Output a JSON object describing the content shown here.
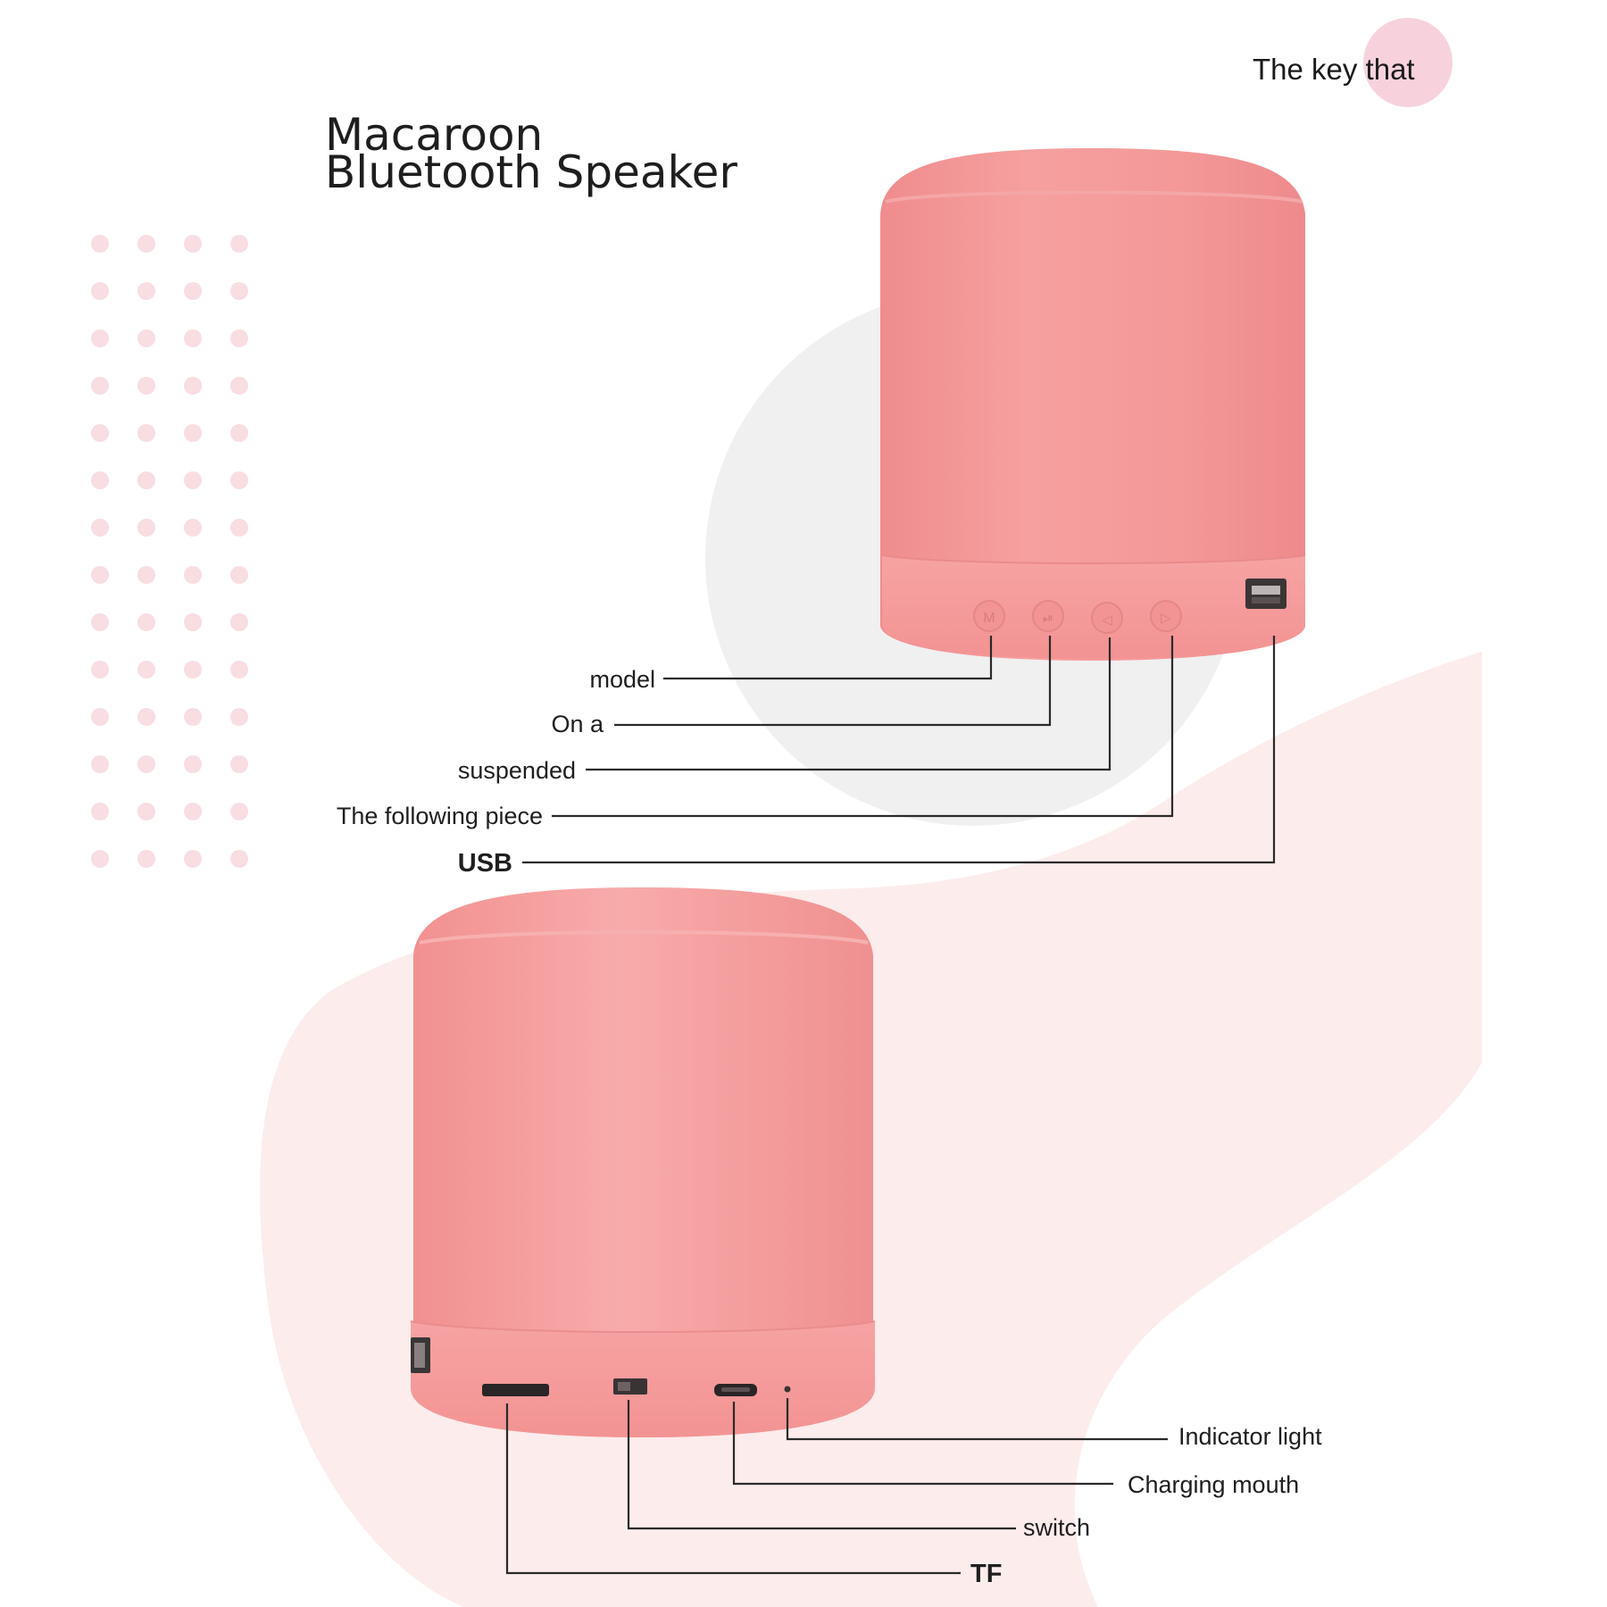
{
  "badge": {
    "text": "The key that"
  },
  "title": {
    "line1": "Macaroon",
    "line2": "Bluetooth Speaker"
  },
  "top_speaker": {
    "callouts": [
      {
        "key": "model",
        "label": "model"
      },
      {
        "key": "on_a",
        "label": "On a"
      },
      {
        "key": "suspended",
        "label": "suspended"
      },
      {
        "key": "following_piece",
        "label": "The following piece"
      },
      {
        "key": "usb",
        "label": "USB"
      }
    ]
  },
  "bottom_speaker": {
    "callouts": [
      {
        "key": "indicator_light",
        "label": "Indicator light"
      },
      {
        "key": "charging_mouth",
        "label": "Charging mouth"
      },
      {
        "key": "switch",
        "label": "switch"
      },
      {
        "key": "tf",
        "label": "TF"
      }
    ]
  },
  "colors": {
    "speaker_body": "#f49797",
    "speaker_base": "#f59a9a",
    "badge_circle": "#f7d2dd",
    "dot_pattern": "#f8dde2",
    "background_swoosh": "#fdeaea",
    "background_circle": "#f0f0f1"
  }
}
